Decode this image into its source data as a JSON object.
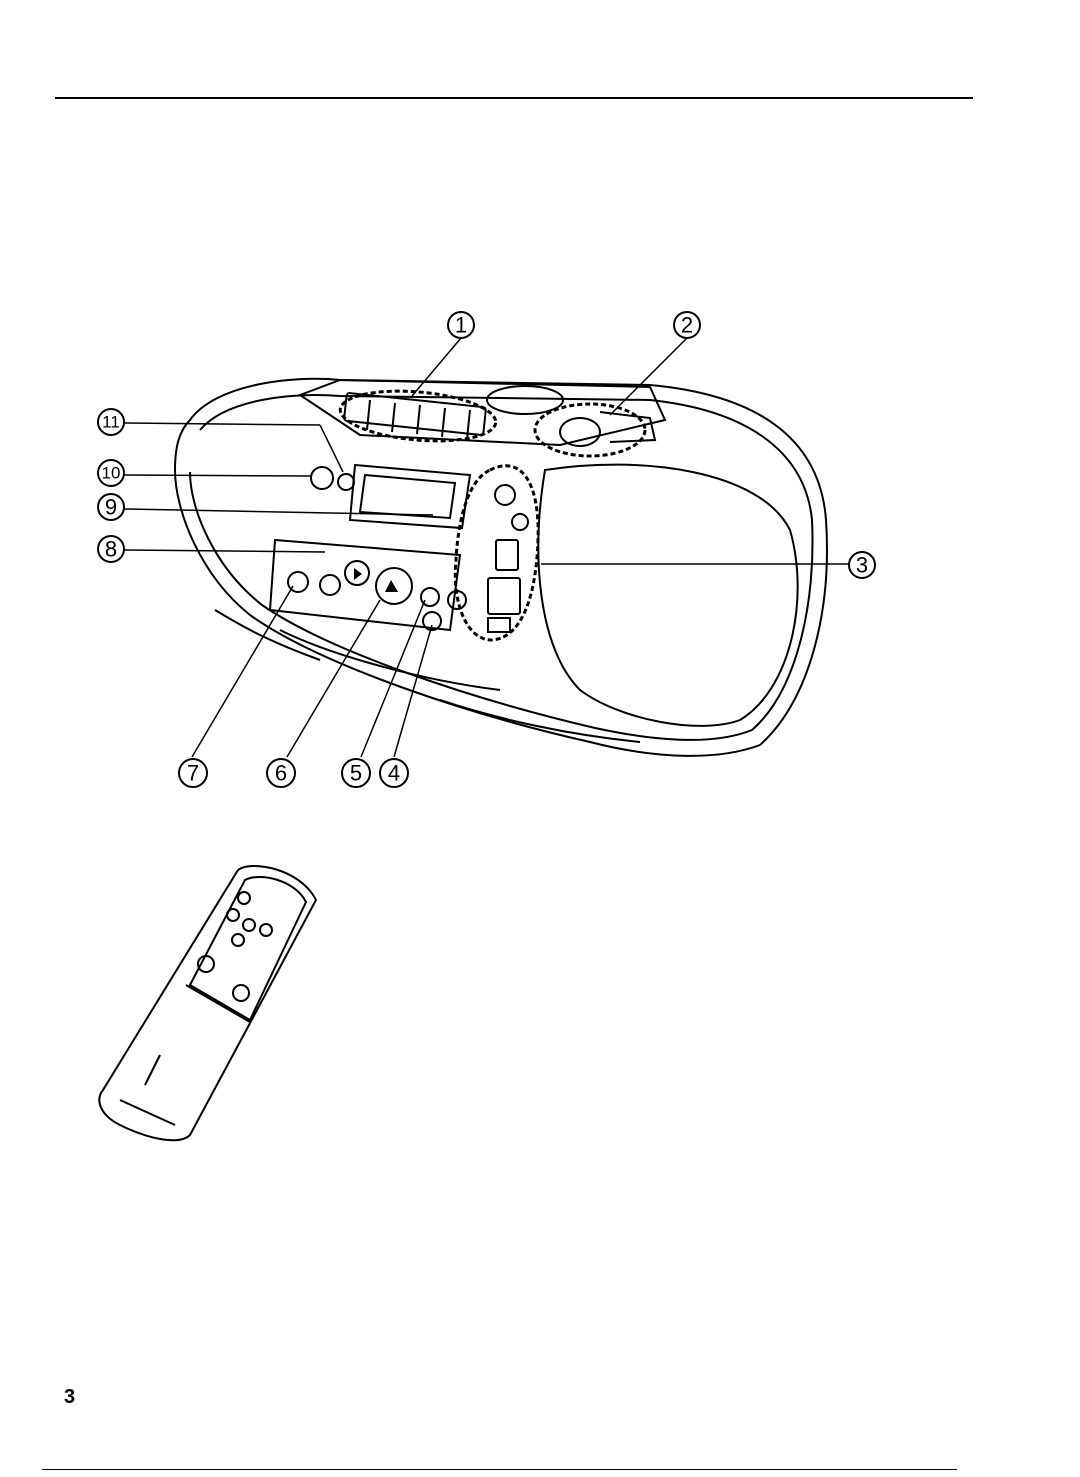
{
  "page": {
    "page_number": "3"
  },
  "callouts": [
    "1",
    "2",
    "3",
    "4",
    "5",
    "6",
    "7",
    "8",
    "9",
    "10",
    "11"
  ]
}
